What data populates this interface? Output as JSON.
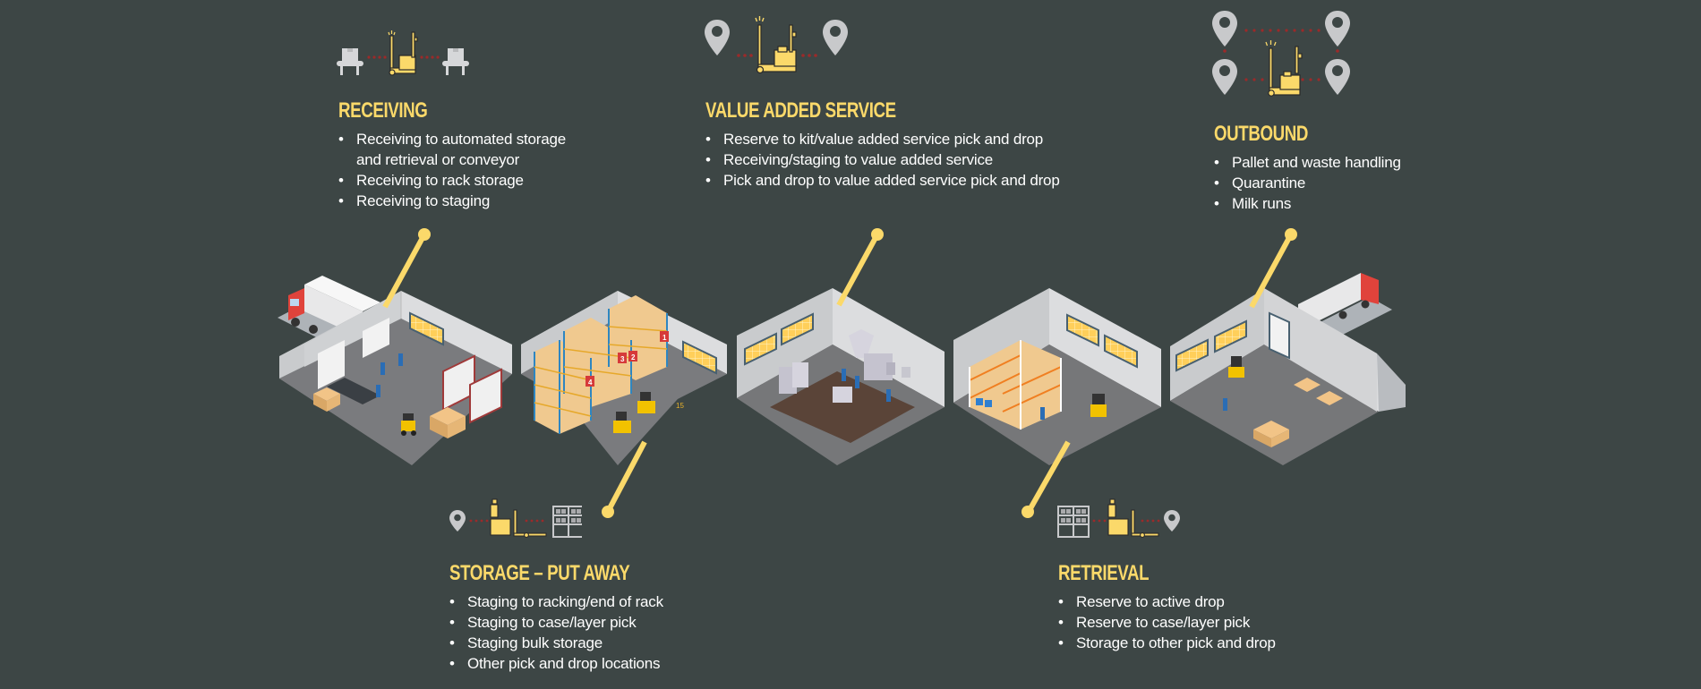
{
  "colors": {
    "background": "#3d4645",
    "accent_yellow": "#fbd96a",
    "text": "#ffffff",
    "dotted_red": "#9b2a2a",
    "pin_gray": "#c8c9cb"
  },
  "sections": {
    "receiving": {
      "title": "RECEIVING",
      "items": [
        "Receiving to automated storage",
        "and retrieval or conveyor",
        "Receiving to rack storage",
        "Receiving to staging"
      ],
      "icons": [
        "conveyor-icon",
        "pallet-jack-icon",
        "conveyor-icon"
      ]
    },
    "value_added_service": {
      "title": "VALUE ADDED SERVICE",
      "items": [
        "Reserve to kit/value added service pick and drop",
        "Receiving/staging to value added service",
        "Pick and drop to value added service pick and drop"
      ],
      "icons": [
        "location-pin-icon",
        "pallet-jack-icon",
        "location-pin-icon"
      ]
    },
    "outbound": {
      "title": "OUTBOUND",
      "items": [
        "Pallet and waste handling",
        "Quarantine",
        "Milk runs"
      ],
      "icons": [
        "location-pin-icon",
        "location-pin-icon",
        "pallet-jack-icon",
        "location-pin-icon",
        "location-pin-icon"
      ]
    },
    "storage_put_away": {
      "title": "STORAGE – PUT AWAY",
      "items": [
        "Staging to racking/end of rack",
        "Staging to case/layer pick",
        "Staging bulk storage",
        "Other pick and drop locations"
      ],
      "icons": [
        "location-pin-icon",
        "stacker-icon",
        "rack-icon"
      ]
    },
    "retrieval": {
      "title": "RETRIEVAL",
      "items": [
        "Reserve to active drop",
        "Reserve to case/layer pick",
        "Storage to other pick and drop"
      ],
      "icons": [
        "rack-icon",
        "stacker-icon",
        "location-pin-icon"
      ]
    }
  },
  "scenes": [
    {
      "name": "receiving-warehouse-scene"
    },
    {
      "name": "storage-rack-scene",
      "rack_labels": [
        "1",
        "2",
        "3",
        "4"
      ],
      "floor_marking": "15"
    },
    {
      "name": "value-added-service-scene"
    },
    {
      "name": "retrieval-scene"
    },
    {
      "name": "outbound-scene"
    }
  ]
}
